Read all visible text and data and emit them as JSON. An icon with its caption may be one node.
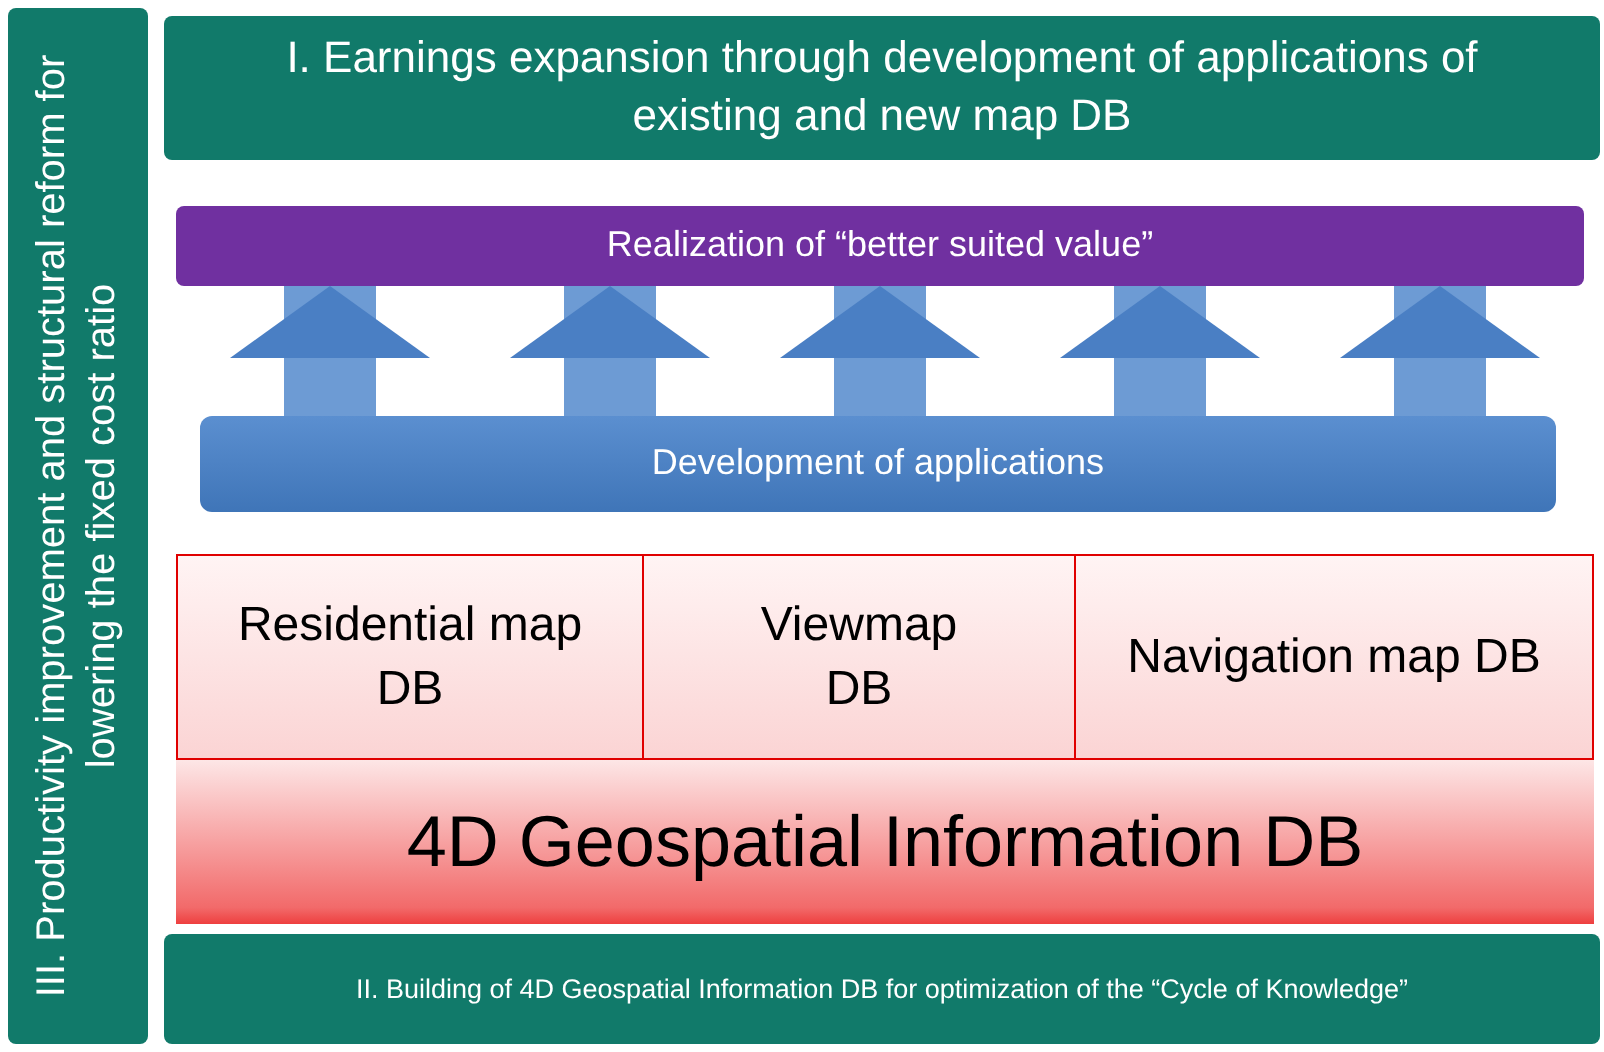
{
  "diagram": {
    "nodes": [
      {
        "text": [
          "I. Earnings expansion through development of applications of existing and new map DB"
        ]
      },
      {
        "text": [
          "III. Productivity improvement and structural reform for lowering the fixed cost ratio"
        ]
      },
      {
        "text": [
          "Realization of “better suited value”"
        ]
      },
      {
        "text": [
          "Development of applications"
        ]
      },
      {
        "text": [
          "Residential map DB"
        ]
      },
      {
        "text": [
          "Viewmap DB"
        ]
      },
      {
        "text": [
          "Navigation map DB"
        ]
      },
      {
        "text": [
          "4D Geospatial Information DB"
        ]
      },
      {
        "text": [
          "II. Building of 4D Geospatial Information DB for optimization of the “Cycle of Knowledge”"
        ]
      }
    ],
    "edges": [
      {
        "from": 3,
        "to": 2,
        "arrow": "to"
      },
      {
        "from": 3,
        "to": 2,
        "arrow": "to"
      },
      {
        "from": 3,
        "to": 2,
        "arrow": "to"
      },
      {
        "from": 3,
        "to": 2,
        "arrow": "to"
      },
      {
        "from": 3,
        "to": 2,
        "arrow": "to"
      }
    ]
  }
}
